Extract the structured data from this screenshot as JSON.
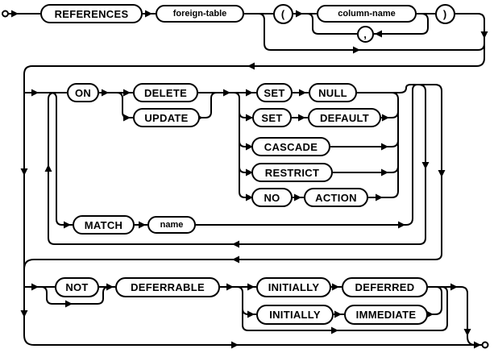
{
  "colors": {
    "line": "#000000",
    "background": "#ffffff"
  },
  "nodes": {
    "references": "REFERENCES",
    "foreign_table": "foreign-table",
    "open_paren": "(",
    "column_name": "column-name",
    "comma": ",",
    "close_paren": ")",
    "on": "ON",
    "delete": "DELETE",
    "update": "UPDATE",
    "set_null_set": "SET",
    "set_null_null": "NULL",
    "set_default_set": "SET",
    "set_default_default": "DEFAULT",
    "cascade": "CASCADE",
    "restrict": "RESTRICT",
    "no": "NO",
    "action": "ACTION",
    "match": "MATCH",
    "match_name": "name",
    "not": "NOT",
    "deferrable": "DEFERRABLE",
    "initially_deferred_initially": "INITIALLY",
    "initially_deferred_deferred": "DEFERRED",
    "initially_immediate_initially": "INITIALLY",
    "initially_immediate_immediate": "IMMEDIATE"
  }
}
